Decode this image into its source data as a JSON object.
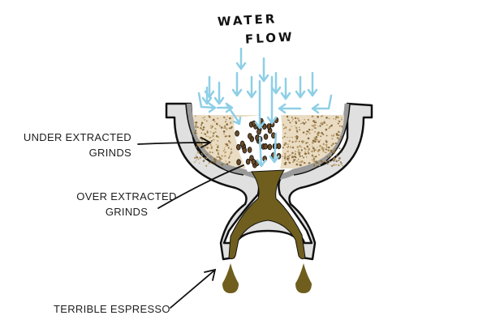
{
  "title": {
    "line1": "WATER",
    "line2": "FLOW"
  },
  "labels": {
    "under_extracted": {
      "line1": "UNDER EXTRACTED",
      "line2": "GRINDS"
    },
    "over_extracted": {
      "line1": "OVER EXTRACTED",
      "line2": "GRINDS"
    },
    "result": "TERRIBLE ESPRESSO"
  },
  "colors": {
    "water": "#8ecfe6",
    "espresso": "#6f5e1e",
    "grounds": "#a58a5a",
    "basket_light": "#e2e2e2",
    "basket_dark": "#9a9a9a"
  }
}
